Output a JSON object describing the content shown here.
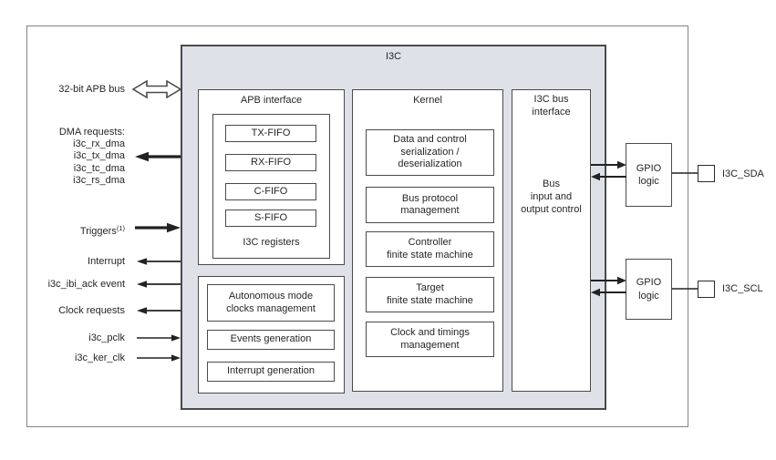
{
  "figure": {
    "title": "I3C",
    "left": {
      "apb_bus": "32-bit APB bus",
      "dma_header": "DMA requests:",
      "dma_items": [
        "i3c_rx_dma",
        "i3c_tx_dma",
        "i3c_tc_dma",
        "i3c_rs_dma"
      ],
      "triggers": "Triggers",
      "triggers_note": "(1)",
      "interrupt": "Interrupt",
      "ibi_ack_event": "i3c_ibi_ack event",
      "clock_requests": "Clock requests",
      "pclk": "i3c_pclk",
      "ker_clk": "i3c_ker_clk"
    },
    "apb_interface": {
      "title": "APB interface",
      "fifos": [
        "TX-FIFO",
        "RX-FIFO",
        "C-FIFO",
        "S-FIFO"
      ],
      "registers_label": "I3C registers"
    },
    "clocks_block": {
      "autonomous": [
        "Autonomous mode",
        "clocks management"
      ],
      "events": "Events generation",
      "interrupt_gen": "Interrupt generation"
    },
    "kernel": {
      "title": "Kernel",
      "serialization": [
        "Data and control",
        "serialization /",
        "deserialization"
      ],
      "bus_protocol": [
        "Bus protocol",
        "management"
      ],
      "controller_fsm": [
        "Controller",
        "finite state machine"
      ],
      "target_fsm": [
        "Target",
        "finite state machine"
      ],
      "clock_timings": [
        "Clock and timings",
        "management"
      ]
    },
    "bus_interface": {
      "title": [
        "I3C bus",
        "interface"
      ],
      "body": [
        "Bus",
        "input and",
        "output control"
      ]
    },
    "gpio": {
      "label": [
        "GPIO",
        "logic"
      ],
      "pad_sda": "I3C_SDA",
      "pad_scl": "I3C_SCL"
    },
    "colors": {
      "block_fill": "#dee2e8",
      "border_dark": "#4a4a4a",
      "outer_border": "#848484",
      "text": "#262626"
    }
  }
}
